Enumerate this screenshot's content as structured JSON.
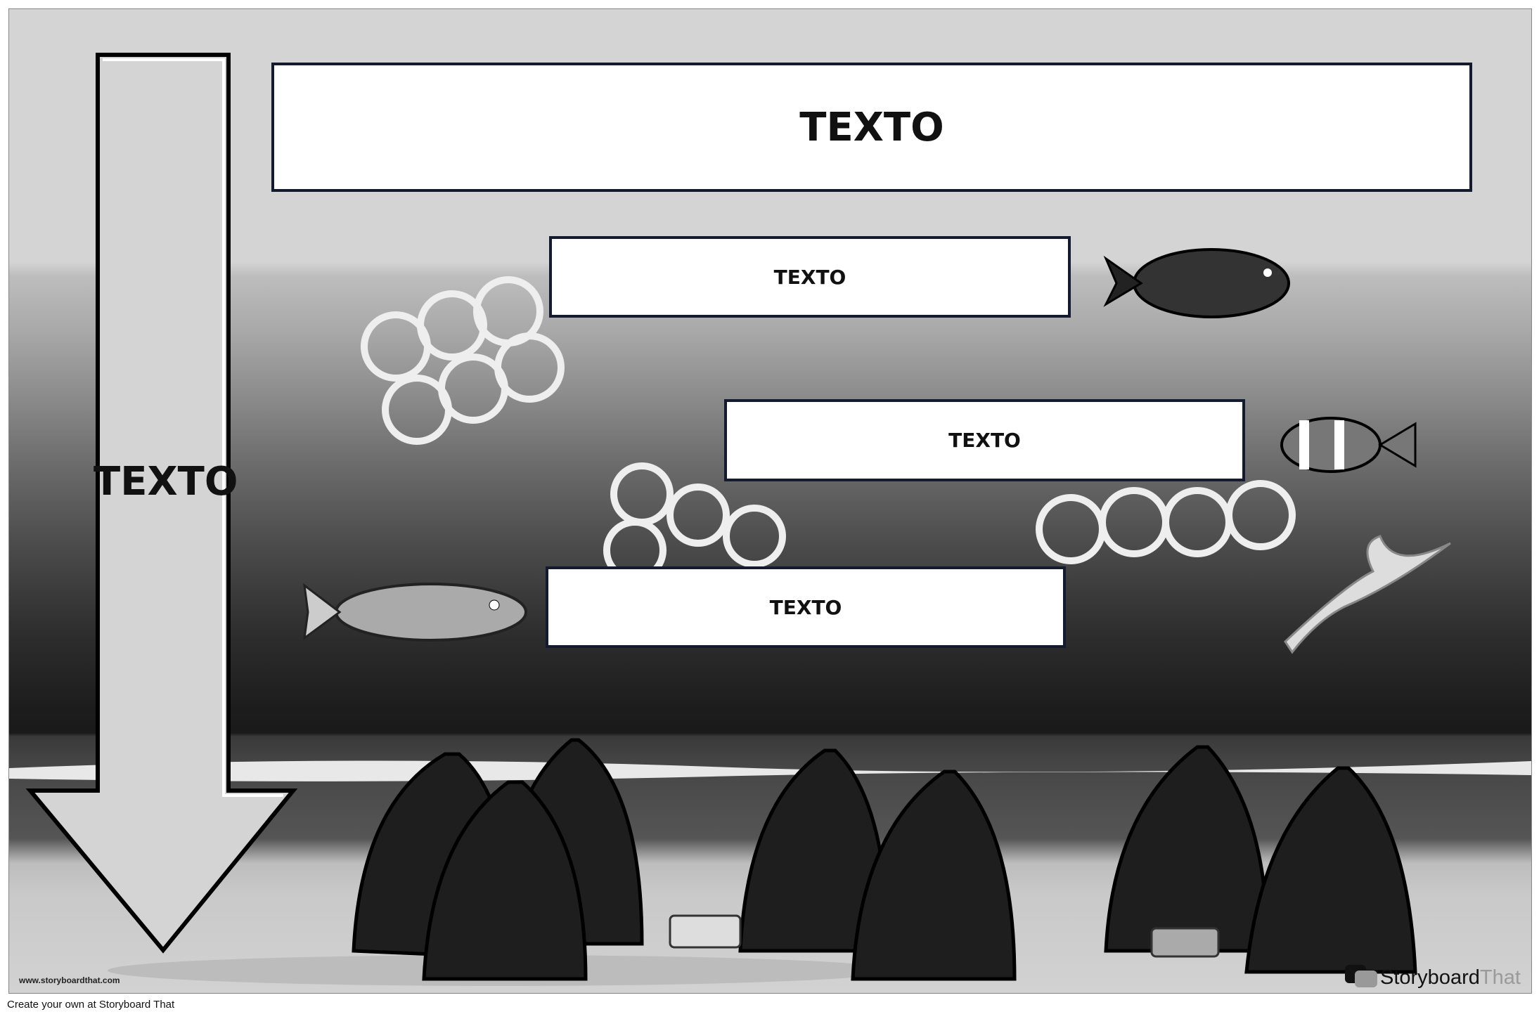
{
  "poster": {
    "title_box": "TEXTO",
    "box_1": "TEXTO",
    "box_2": "TEXTO",
    "box_3": "TEXTO",
    "arrow_label": "TEXTO"
  },
  "watermark": "www.storyboardthat.com",
  "logo": {
    "part1": "Storyboard",
    "part2": "That"
  },
  "footer": "Create your own at Storyboard That",
  "colors": {
    "box_border": "#141b2e",
    "arrow_fill": "#d4d4d4"
  }
}
